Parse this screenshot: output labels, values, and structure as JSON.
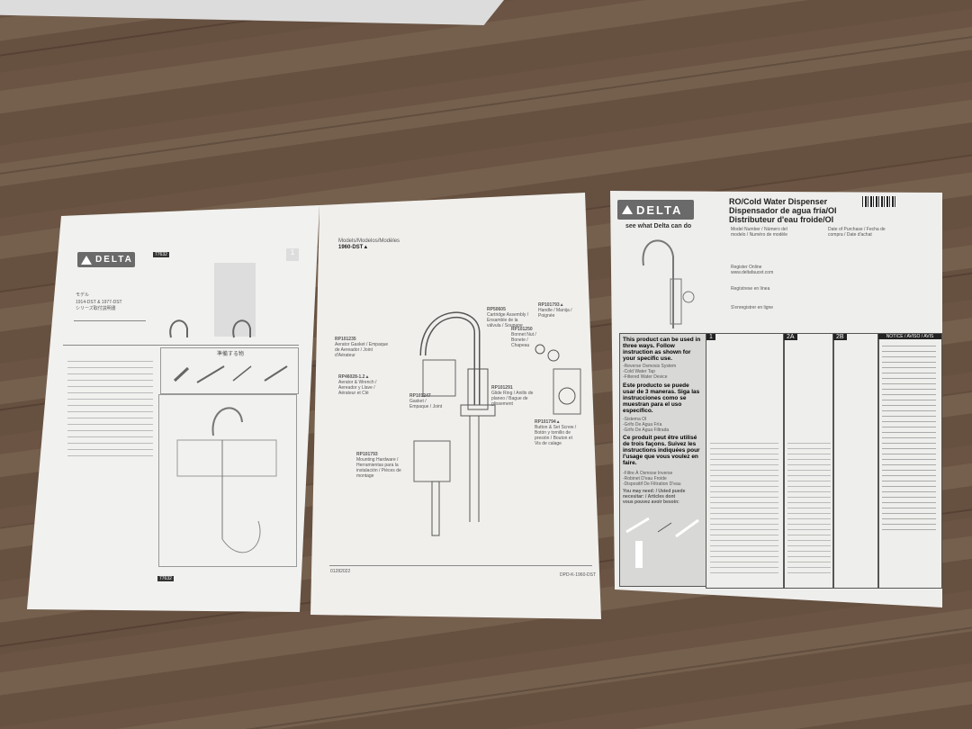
{
  "left_sheet": {
    "brand": "DELTA",
    "badge_top": "77632",
    "model_label": "モデル",
    "models": "1914-DST & 1977-DST",
    "subtitle": "シリーズ取付説明書",
    "tools_heading": "準備する物",
    "badge_bottom": "77632",
    "page_number": "1"
  },
  "middle_sheet": {
    "models_label": "Models/Modelos/Modèles",
    "model": "1960-DST▲",
    "parts": [
      {
        "code": "RP50605",
        "name": "Cartridge Assembly / Ensamble de la válvula / Soupape"
      },
      {
        "code": "RP101250",
        "name": "Bonnet Nut / Bonete / Chapeau"
      },
      {
        "code": "RP101793▲",
        "name": "Handle / Manija / Poignée"
      },
      {
        "code": "RP101235",
        "name": "Aerator Gasket / Empaque de Aereador / Joint d'Aérateur"
      },
      {
        "code": "RP46028-1.2▲",
        "name": "Aerator & Wrench / Aereador y Llave / Aérateur et Clé"
      },
      {
        "code": "RP101247",
        "name": "Gasket / Empaque / Joint"
      },
      {
        "code": "RP101291",
        "name": "Glide Ring / Anillo de planeo / Bague de glissement"
      },
      {
        "code": "RP101794▲",
        "name": "Button & Set Screw / Botón y tornillo de presión / Bouton et Vis de calage"
      },
      {
        "code": "RP101793",
        "name": "Mounting Hardware / Herramientas para la instalación / Pièces de montage"
      }
    ],
    "footer_left": "01282022",
    "footer_right": "DPD-K-1960-DST"
  },
  "right_sheet": {
    "brand": "DELTA",
    "tagline": "see what Delta can do",
    "title_en": "RO/Cold Water Dispenser",
    "title_es": "Dispensador de agua fría/OI",
    "title_fr": "Distributeur d'eau froide/OI",
    "model_number_label": "Model Number / Número del modelo / Numéro de modèle",
    "date_label": "Date of Purchase / Fecha de compra / Date d'achat",
    "register_en": "Register Online",
    "register_es": "Regístrese en línea",
    "register_fr": "S'enregistrer en ligne",
    "website": "www.deltafaucet.com",
    "intro_en": "This product can be used in three ways. Follow instruction as shown for your specific use.",
    "uses_en": [
      "-Reverse Osmosis System",
      "-Cold Water Tap",
      "-Filtered Water Device"
    ],
    "intro_es": "Este producto se puede usar de 3 maneras. Siga las instrucciones como se muestran para el uso específico.",
    "uses_es": [
      "-Sistema OI",
      "-Grifo De Agua Fría",
      "-Grifo De Agua Filtrada"
    ],
    "intro_fr": "Ce produit peut être utilisé de trois façons. Suivez les instructions indiquées pour l'usage que vous voulez en faire.",
    "uses_fr": [
      "-Filtre À Osmose Inverse",
      "-Robinet D'eau Froide",
      "-Dispositif De Filtration D'eau"
    ],
    "may_need": "You may need: / Usted puede necesitar: / Articles dont vous pouvez avoir besoin:",
    "steps": [
      "1",
      "2A",
      "2B"
    ],
    "notice": "NOTICE / AVISO / AVIS"
  }
}
